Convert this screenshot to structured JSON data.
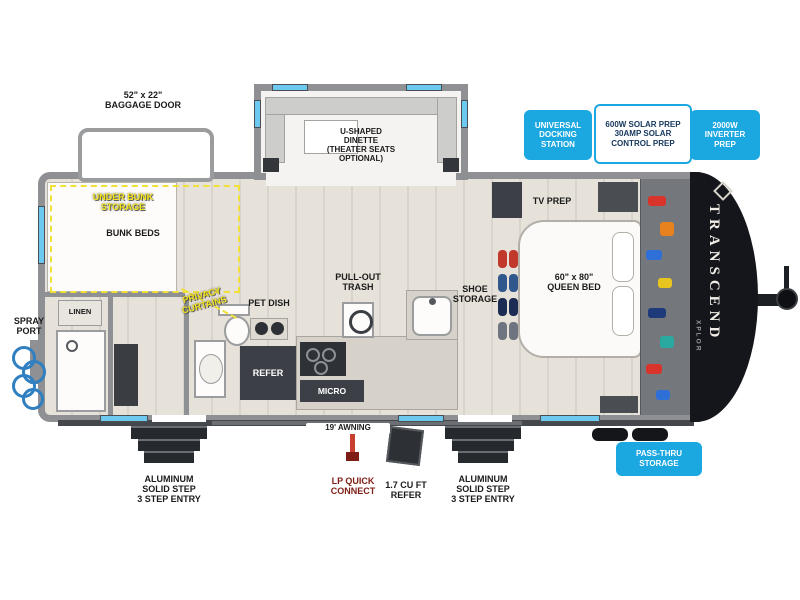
{
  "callouts": {
    "docking_station": "UNIVERSAL\nDOCKING\nSTATION",
    "solar_prep": "600W SOLAR PREP\n30AMP SOLAR\nCONTROL PREP",
    "inverter_prep": "2000W\nINVERTER\nPREP",
    "pass_thru": "PASS-THRU\nSTORAGE"
  },
  "exterior": {
    "baggage_door": "52\" x 22\"\nBAGGAGE DOOR",
    "spray_port": "SPRAY\nPORT",
    "awning": "19' AWNING",
    "steps": "ALUMINUM\nSOLID STEP\n3 STEP ENTRY",
    "lp_quick_connect": "LP QUICK\nCONNECT",
    "compact_refer": "1.7 CU FT\nREFER",
    "brand": "TRANSCEND",
    "brand_sub": "XPLOR"
  },
  "interior": {
    "dinette": "U-SHAPED\nDINETTE\n(THEATER SEATS\nOPTIONAL)",
    "under_bunk_storage": "UNDER BUNK\nSTORAGE",
    "bunk_beds": "BUNK BEDS",
    "privacy_curtains": "PRIVACY\nCURTAINS",
    "linen": "LINEN",
    "pet_dish": "PET DISH",
    "pull_out_trash": "PULL-OUT\nTRASH",
    "refer": "REFER",
    "micro": "MICRO",
    "shoe_storage": "SHOE\nSTORAGE",
    "tv_prep": "TV PREP",
    "queen_bed": "60\" x 80\"\nQUEEN BED"
  },
  "colors": {
    "callout_blue": "#1ba7e0",
    "label_yellow": "#f4e51c",
    "wall_gray": "#8e9093",
    "floor_tan": "#e2ddd5",
    "window_cyan": "#6ec9f0",
    "cap_black": "#14161b",
    "lp_red": "#c8402f",
    "fixture_dark": "#3c3f45"
  }
}
